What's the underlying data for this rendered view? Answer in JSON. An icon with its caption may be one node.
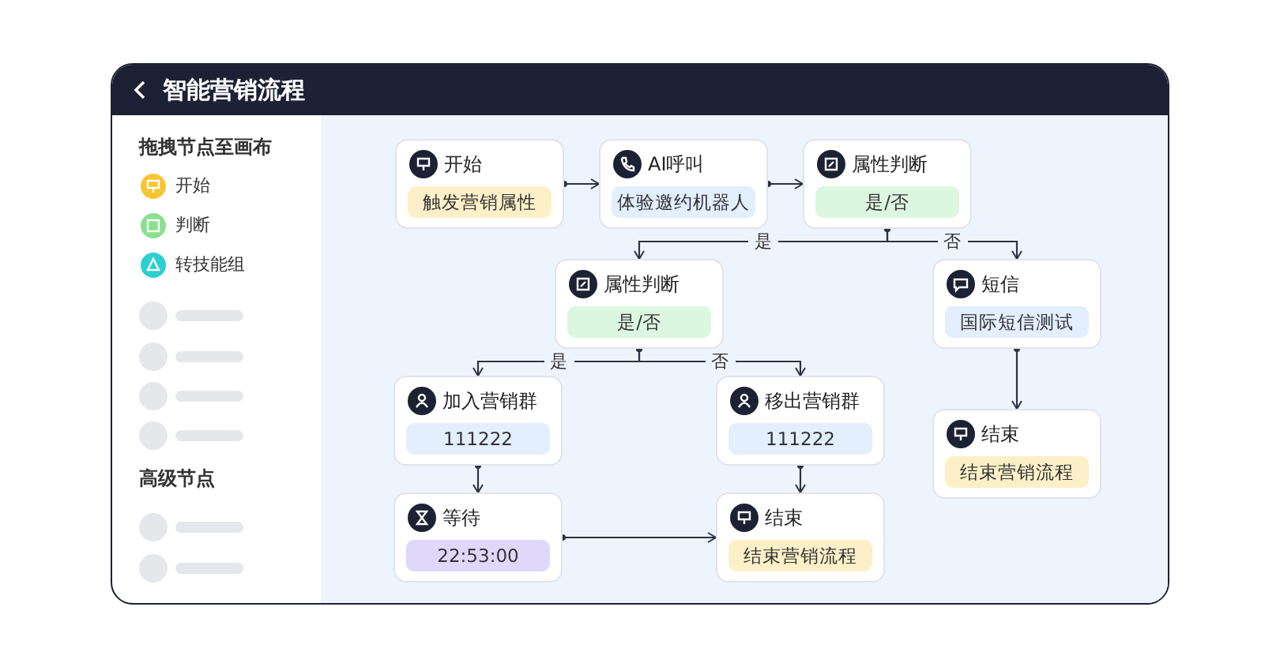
{
  "diagram": {
    "title": "智能营销流程",
    "nodes": [
      {
        "text": [
          "开始",
          "触发营销属性"
        ]
      },
      {
        "text": [
          "AI呼叫",
          "体验邀约机器人"
        ]
      },
      {
        "text": [
          "属性判断",
          "是/否"
        ]
      },
      {
        "text": [
          "属性判断",
          "是/否"
        ]
      },
      {
        "text": [
          "短信",
          "国际短信测试"
        ]
      },
      {
        "text": [
          "加入营销群",
          "111222"
        ]
      },
      {
        "text": [
          "移出营销群",
          "111222"
        ]
      },
      {
        "text": [
          "结束",
          "结束营销流程"
        ]
      },
      {
        "text": [
          "等待",
          "22:53:00"
        ]
      },
      {
        "text": [
          "结束",
          "结束营销流程"
        ]
      }
    ],
    "edges": [
      {
        "from": 0,
        "to": 1,
        "arrow": "to"
      },
      {
        "from": 1,
        "to": 2,
        "arrow": "to"
      },
      {
        "from": 2,
        "to": 3,
        "label": "是",
        "arrow": "to"
      },
      {
        "from": 2,
        "to": 4,
        "label": "否",
        "arrow": "to"
      },
      {
        "from": 3,
        "to": 5,
        "label": "是",
        "arrow": "to"
      },
      {
        "from": 3,
        "to": 6,
        "label": "否",
        "arrow": "to"
      },
      {
        "from": 4,
        "to": 7,
        "arrow": "to"
      },
      {
        "from": 5,
        "to": 8,
        "arrow": "to"
      },
      {
        "from": 6,
        "to": 9,
        "arrow": "to"
      },
      {
        "from": 8,
        "to": 9,
        "arrow": "to"
      }
    ],
    "labels": [
      "拖拽节点至画布",
      "开始",
      "判断",
      "转技能组",
      "高级节点"
    ]
  }
}
